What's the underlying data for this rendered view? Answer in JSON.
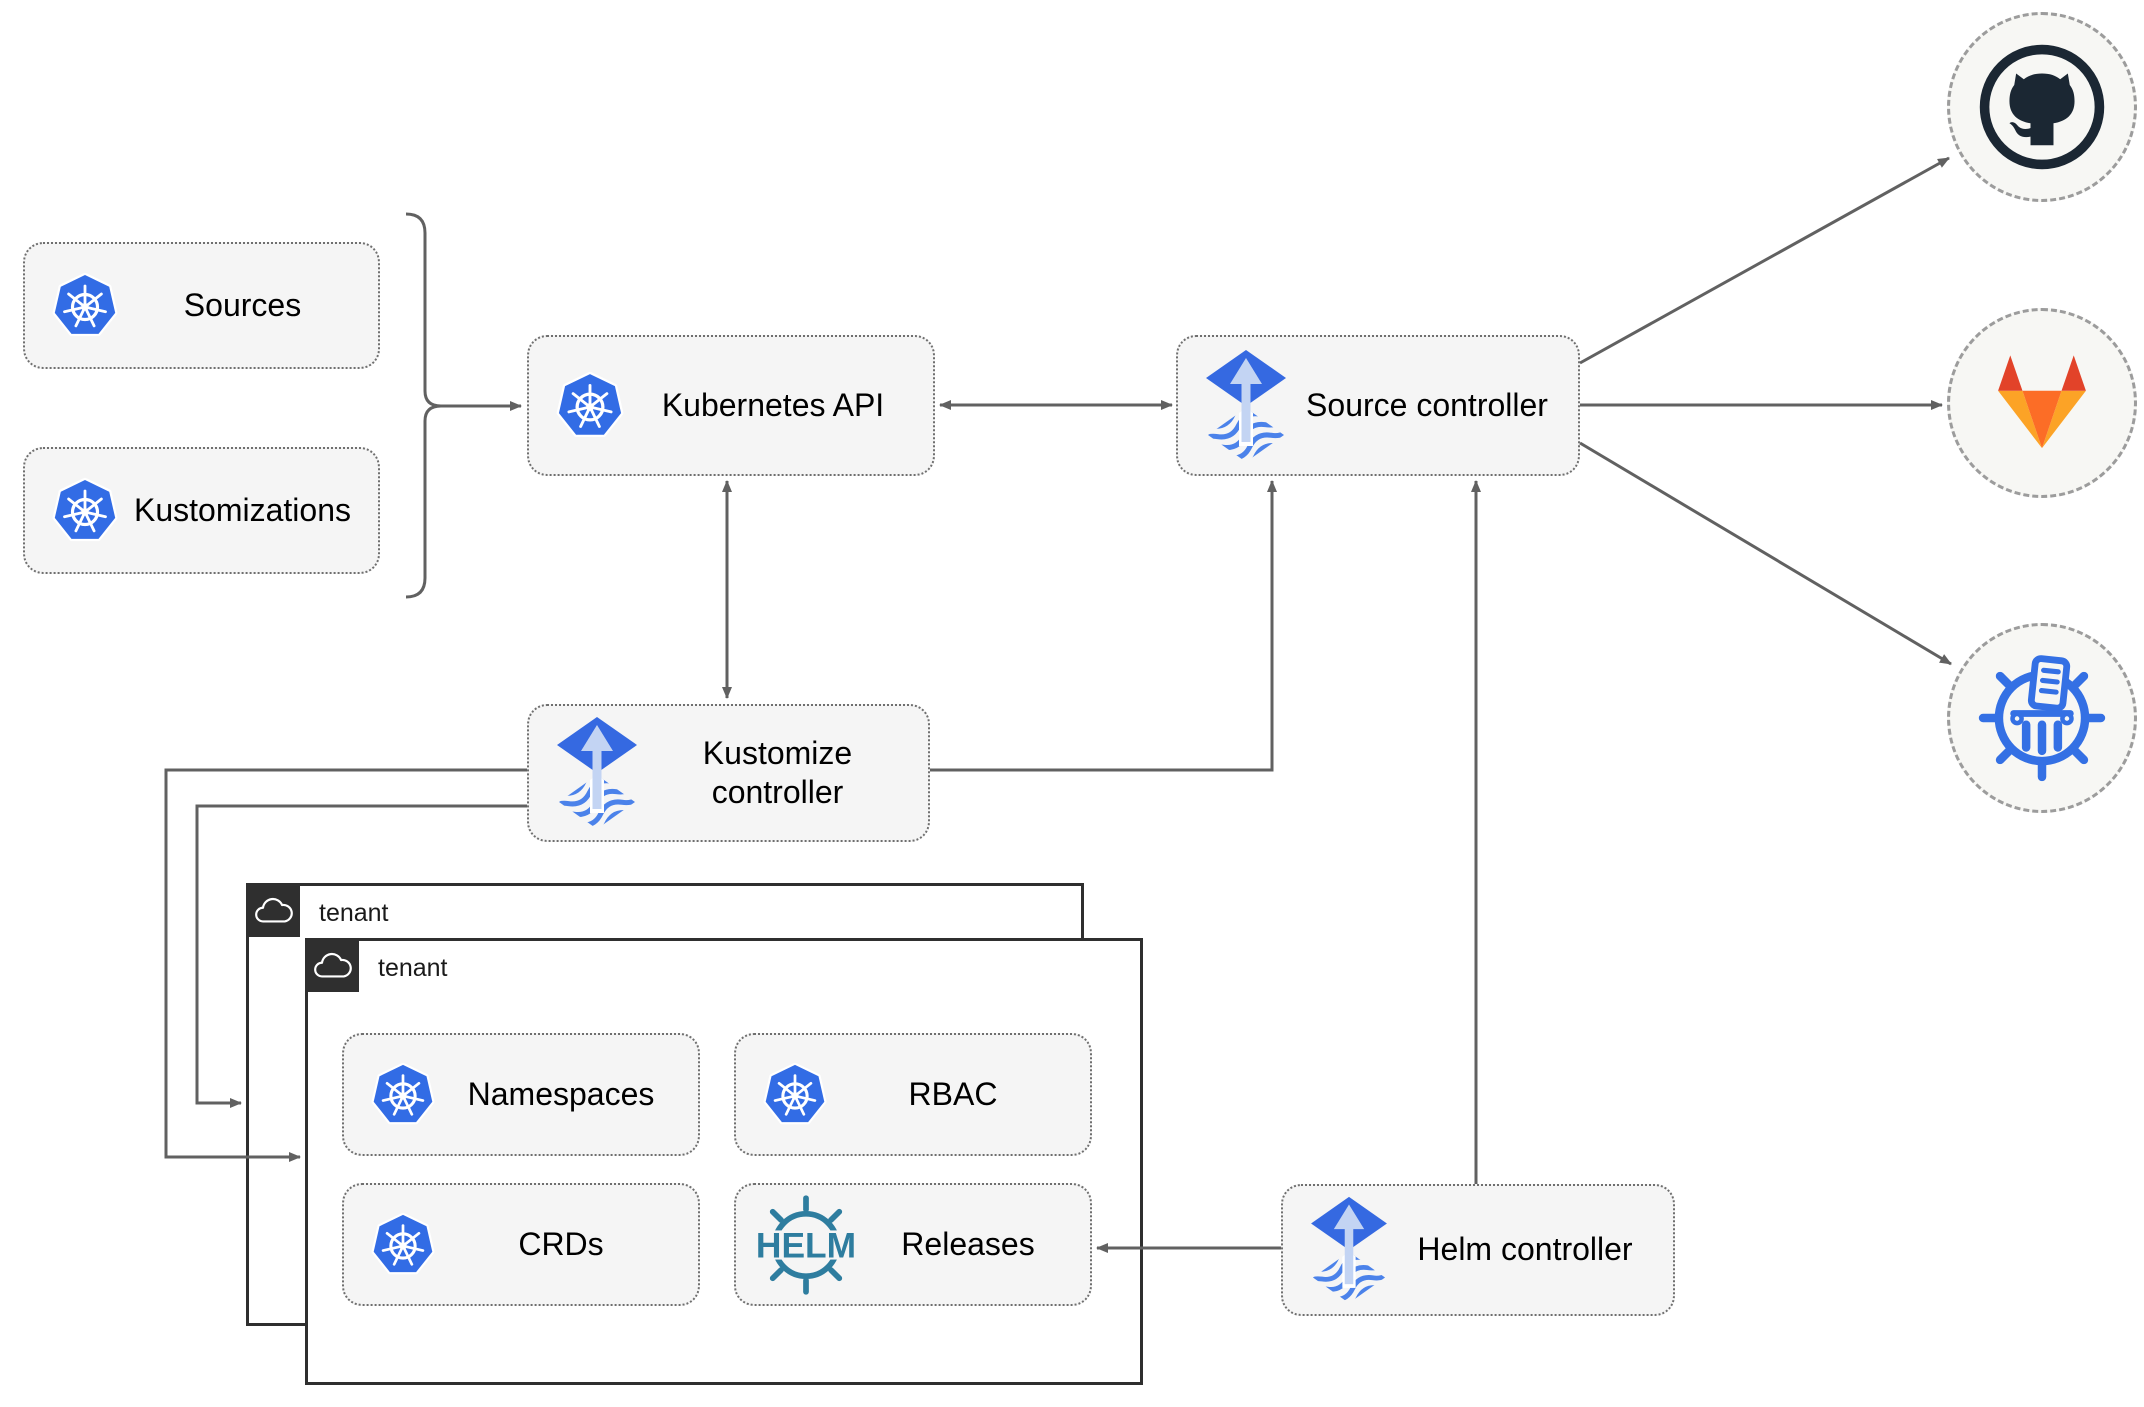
{
  "colors": {
    "kubernetes_blue": "#326ce5",
    "flux_blue": "#3569e1",
    "flux_wave_blue": "#4b82ea",
    "flux_arrow_light": "#c3d4f3",
    "helm_teal": "#2e7d9f",
    "github_dark": "#1b2733",
    "gitlab_red": "#e24329",
    "gitlab_orange": "#fc6d26",
    "gitlab_amber": "#fca326",
    "chartmuseum_blue": "#3470e4",
    "connector_gray": "#616161",
    "node_fill": "#f5f5f5",
    "tenant_border": "#2f2f2f"
  },
  "nodes": {
    "sources": {
      "label": "Sources",
      "icon": "kubernetes-icon"
    },
    "kustomizations": {
      "label": "Kustomizations",
      "icon": "kubernetes-icon"
    },
    "kubernetes_api": {
      "label": "Kubernetes API",
      "icon": "kubernetes-icon"
    },
    "source_controller": {
      "label": "Source controller",
      "icon": "flux-icon"
    },
    "kustomize_controller": {
      "label": "Kustomize controller",
      "icon": "flux-icon"
    },
    "helm_controller": {
      "label": "Helm controller",
      "icon": "flux-icon"
    },
    "namespaces": {
      "label": "Namespaces",
      "icon": "kubernetes-icon"
    },
    "rbac": {
      "label": "RBAC",
      "icon": "kubernetes-icon"
    },
    "crds": {
      "label": "CRDs",
      "icon": "kubernetes-icon"
    },
    "releases": {
      "label": "Releases",
      "icon": "helm-icon"
    }
  },
  "tenants": {
    "back": {
      "label": "tenant"
    },
    "front": {
      "label": "tenant"
    }
  },
  "remotes": {
    "github": {
      "icon": "github-icon"
    },
    "gitlab": {
      "icon": "gitlab-icon"
    },
    "helm_repository": {
      "icon": "chartmuseum-icon"
    }
  },
  "helm_logo_text": "HELM"
}
